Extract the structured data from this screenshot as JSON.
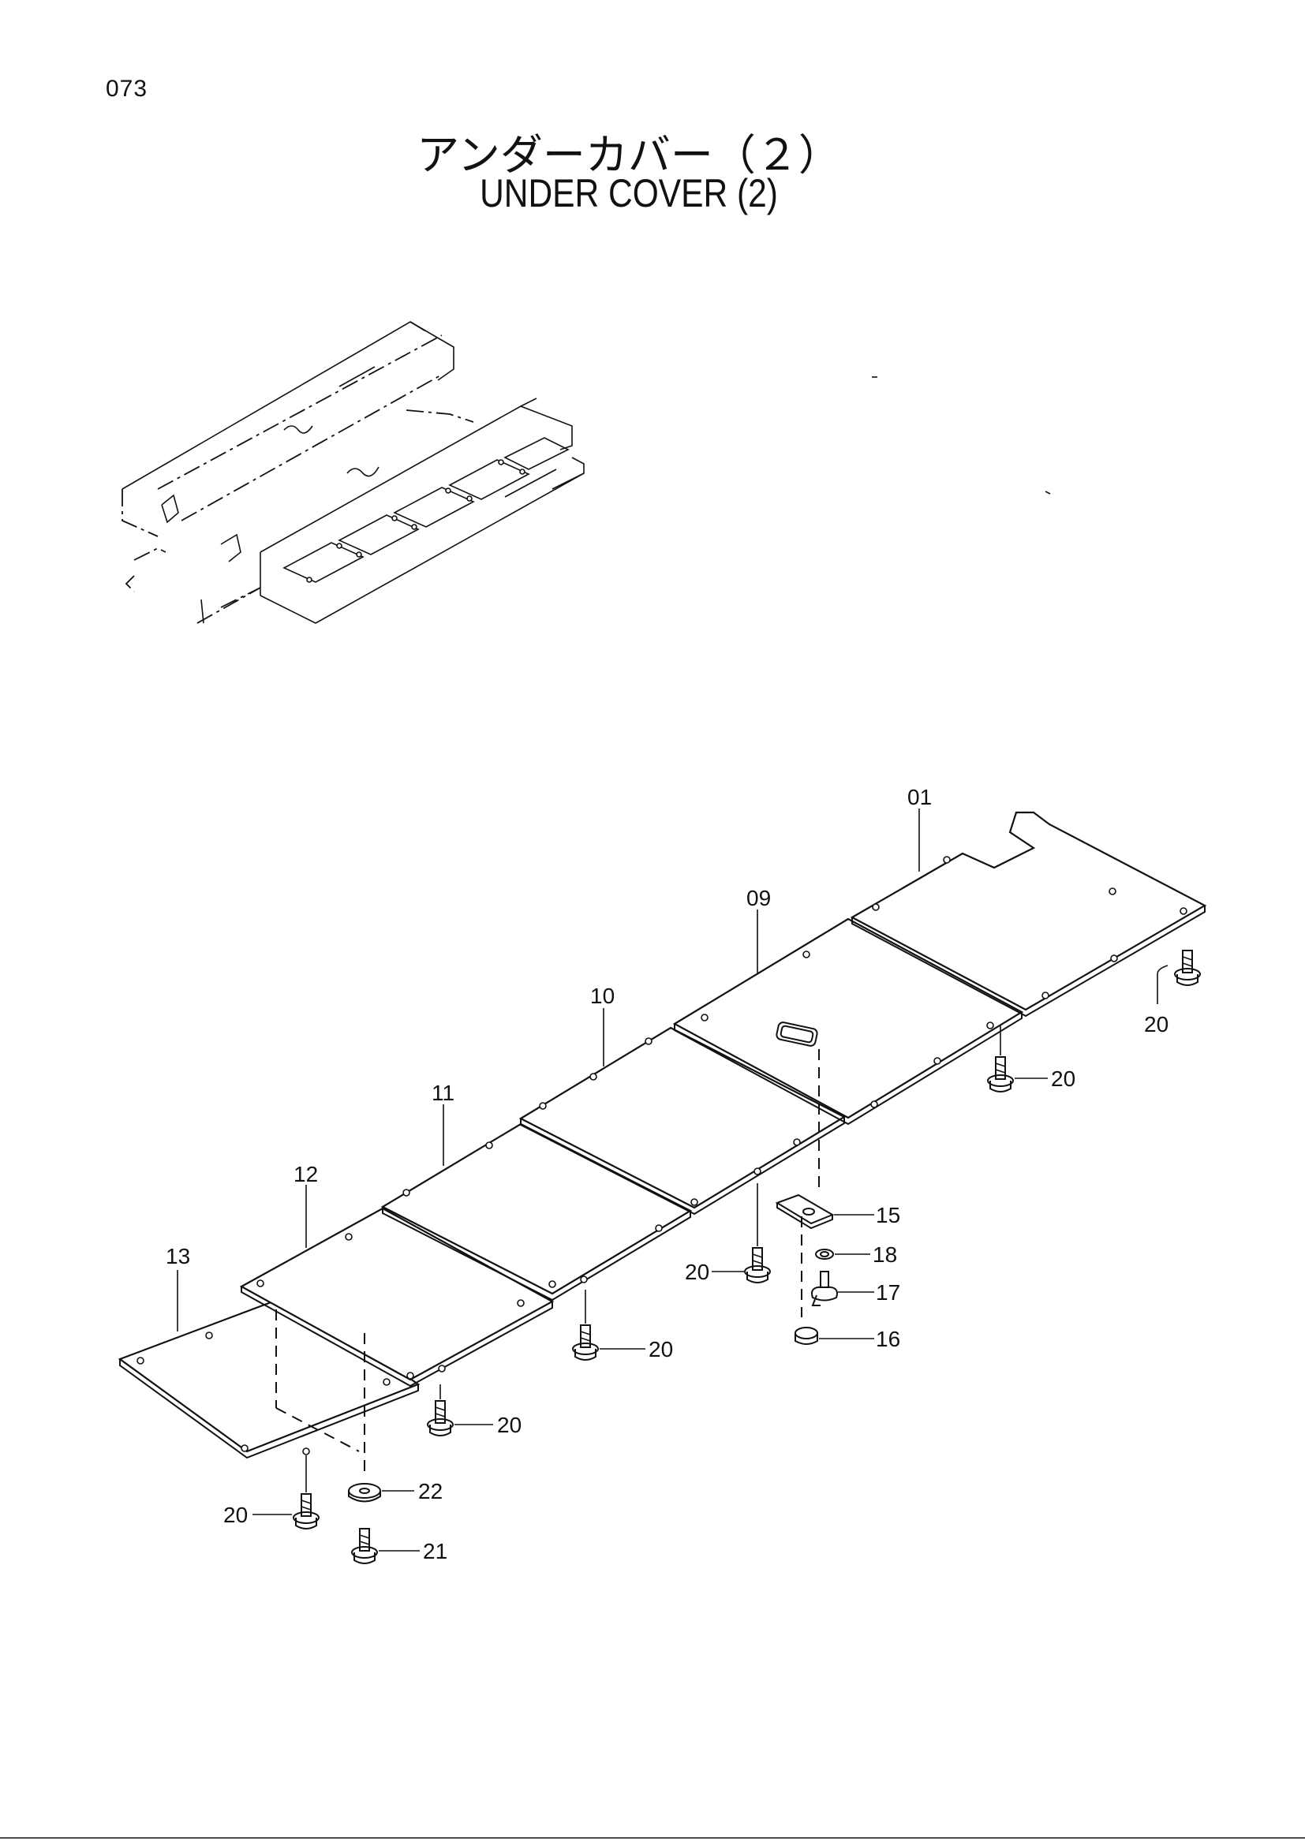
{
  "page_number": "073",
  "title_ja": "アンダーカバー（２）",
  "title_en": "UNDER COVER (2)",
  "labels": {
    "p01": "01",
    "p09": "09",
    "p10": "10",
    "p11": "11",
    "p12": "12",
    "p13": "13",
    "p15": "15",
    "p16": "16",
    "p17": "17",
    "p18": "18",
    "p20": "20",
    "p21": "21",
    "p22": "22"
  }
}
